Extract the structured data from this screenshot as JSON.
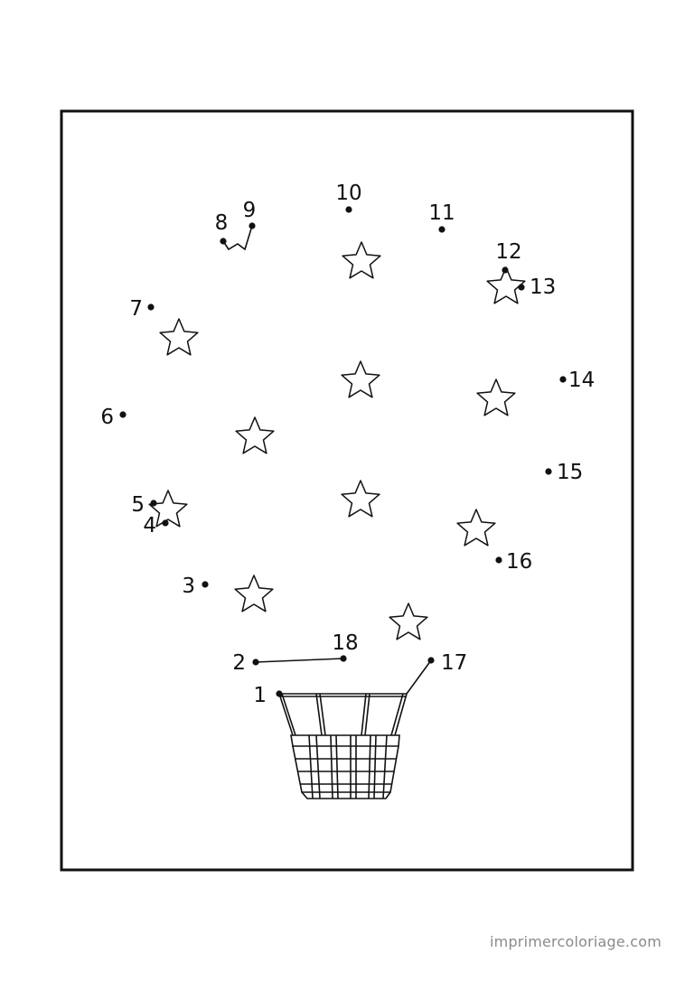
{
  "worksheet": {
    "dots": [
      {
        "n": "1"
      },
      {
        "n": "2"
      },
      {
        "n": "3"
      },
      {
        "n": "4"
      },
      {
        "n": "5"
      },
      {
        "n": "6"
      },
      {
        "n": "7"
      },
      {
        "n": "8"
      },
      {
        "n": "9"
      },
      {
        "n": "10"
      },
      {
        "n": "11"
      },
      {
        "n": "12"
      },
      {
        "n": "13"
      },
      {
        "n": "14"
      },
      {
        "n": "15"
      },
      {
        "n": "16"
      },
      {
        "n": "17"
      },
      {
        "n": "18"
      }
    ],
    "footer_text": "imprimercoloriage.com"
  },
  "colors": {
    "ink": "#111111",
    "footer": "#8a8a8a",
    "paper": "#ffffff"
  }
}
